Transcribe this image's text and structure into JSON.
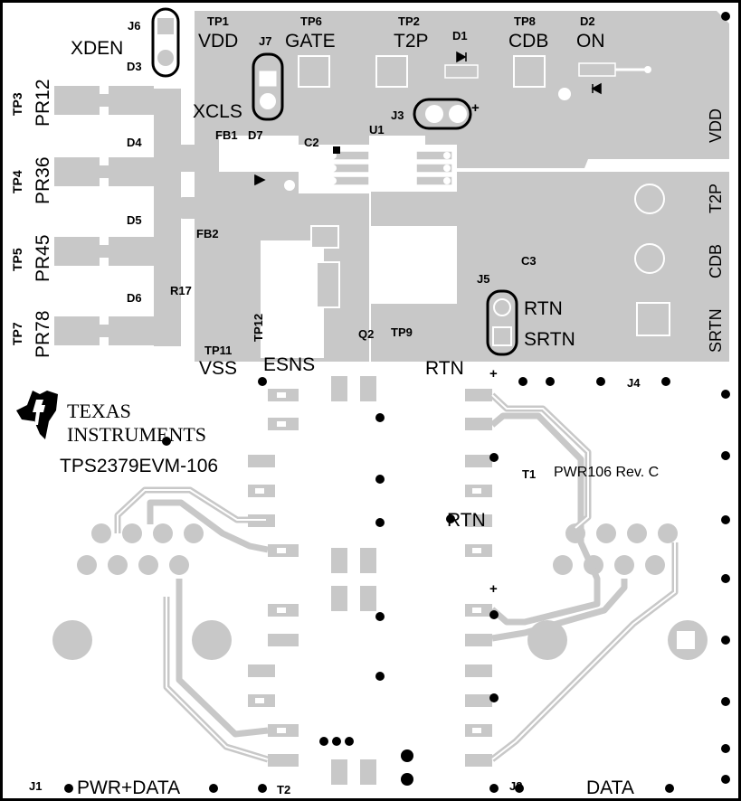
{
  "board": {
    "name": "TPS2379EVM-106",
    "revision": "PWR106 Rev. C",
    "logo_text": {
      "line1": "TEXAS",
      "line2": "INSTRUMENTS"
    },
    "colors": {
      "background": "#ffffff",
      "copper": "#c8c8c8",
      "silk": "#000000",
      "frame": "#000000"
    }
  },
  "silkscreen": {
    "J6": "J6",
    "XDEN": "XDEN",
    "D3": "D3",
    "TP1": "TP1",
    "VDD_TP1": "VDD",
    "TP6": "TP6",
    "GATE": "GATE",
    "J7": "J7",
    "TP2": "TP2",
    "T2P_TP2": "T2P",
    "D1": "D1",
    "TP8": "TP8",
    "CDB_TP8": "CDB",
    "D2": "D2",
    "ON": "ON",
    "XCLS": "XCLS",
    "J3": "J3",
    "VDD_side": "VDD",
    "T2P_side": "T2P",
    "CDB_side": "CDB",
    "SRTN_side": "SRTN",
    "TP3": "TP3",
    "PR12": "PR12",
    "TP4": "TP4",
    "PR36": "PR36",
    "TP5": "TP5",
    "PR45": "PR45",
    "TP7": "TP7",
    "PR78": "PR78",
    "D4": "D4",
    "D5": "D5",
    "D6": "D6",
    "FB1": "FB1",
    "D7": "D7",
    "C2": "C2",
    "U1": "U1",
    "FB2": "FB2",
    "R17": "R17",
    "TP12": "TP12",
    "C3": "C3",
    "J5": "J5",
    "RTN_J5": "RTN",
    "SRTN_J5": "SRTN",
    "TP11": "TP11",
    "VSS": "VSS",
    "ESNS": "ESNS",
    "Q2": "Q2",
    "TP9": "TP9",
    "RTN_top": "RTN",
    "plus1": "+",
    "J4": "J4",
    "T1": "T1",
    "RTN_mid": "RTN",
    "plus2": "+",
    "J1": "J1",
    "PWR_DATA": "PWR+DATA",
    "T2": "T2",
    "J2": "J2",
    "DATA": "DATA"
  }
}
